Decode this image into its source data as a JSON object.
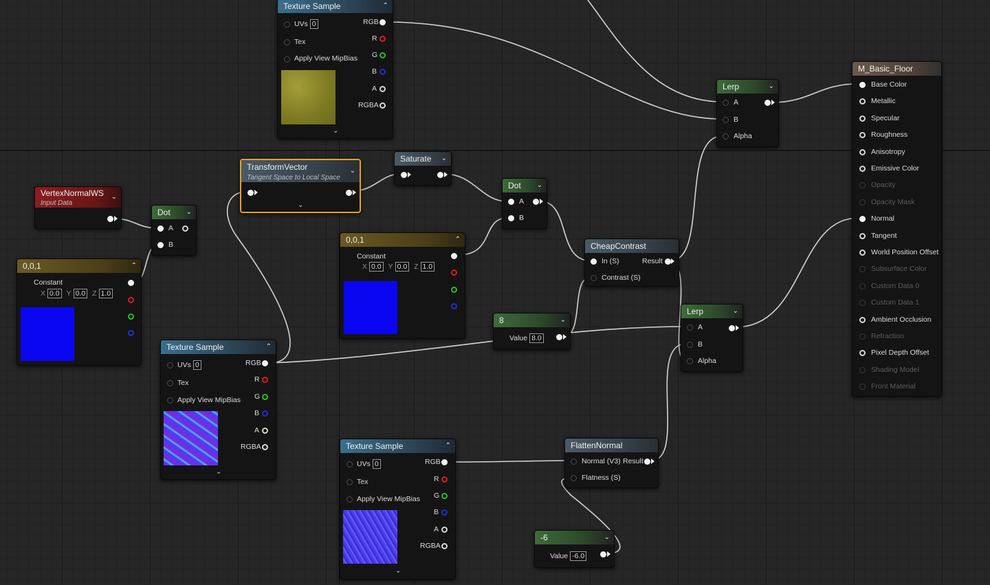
{
  "nodes": {
    "tex_top": {
      "title": "Texture Sample",
      "uvs_label": "UVs",
      "uvs_value": "0",
      "tex_label": "Tex",
      "mip_label": "Apply View MipBias",
      "rgb": "RGB",
      "r": "R",
      "g": "G",
      "b": "B",
      "a": "A",
      "rgba": "RGBA",
      "preview_color": "#8f8c2c"
    },
    "vertex_normal": {
      "title": "VertexNormalWS",
      "subtitle": "Input Data"
    },
    "dot1": {
      "title": "Dot",
      "a": "A",
      "b": "B"
    },
    "const_left": {
      "title": "0,0,1",
      "constant_label": "Constant",
      "x": "X",
      "xv": "0.0",
      "y": "Y",
      "yv": "0.0",
      "z": "Z",
      "zv": "1.0",
      "preview_color": "#0a06f2"
    },
    "transform_vector": {
      "title": "TransformVector",
      "subtitle": "Tangent Space to Local Space"
    },
    "saturate": {
      "title": "Saturate"
    },
    "dot2": {
      "title": "Dot",
      "a": "A",
      "b": "B"
    },
    "const_mid": {
      "title": "0,0,1",
      "constant_label": "Constant",
      "x": "X",
      "xv": "0.0",
      "y": "Y",
      "yv": "0.0",
      "z": "Z",
      "zv": "1.0",
      "preview_color": "#0a06f2"
    },
    "tex_left": {
      "title": "Texture Sample",
      "uvs_label": "UVs",
      "uvs_value": "0",
      "tex_label": "Tex",
      "mip_label": "Apply View MipBias",
      "rgb": "RGB",
      "r": "R",
      "g": "G",
      "b": "B",
      "a": "A",
      "rgba": "RGBA"
    },
    "cheap_contrast": {
      "title": "CheapContrast",
      "in": "In (S)",
      "result": "Result",
      "contrast": "Contrast (S)"
    },
    "value8": {
      "title": "8",
      "value_label": "Value",
      "value": "8.0"
    },
    "lerp_top": {
      "title": "Lerp",
      "a": "A",
      "b": "B",
      "alpha": "Alpha"
    },
    "lerp_mid": {
      "title": "Lerp",
      "a": "A",
      "b": "B",
      "alpha": "Alpha"
    },
    "tex_bottom": {
      "title": "Texture Sample",
      "uvs_label": "UVs",
      "uvs_value": "0",
      "tex_label": "Tex",
      "mip_label": "Apply View MipBias",
      "rgb": "RGB",
      "r": "R",
      "g": "G",
      "b": "B",
      "a": "A",
      "rgba": "RGBA"
    },
    "flatten_normal": {
      "title": "FlattenNormal",
      "normal": "Normal (V3)",
      "result": "Result",
      "flatness": "Flatness (S)"
    },
    "value_neg6": {
      "title": "-6",
      "value_label": "Value",
      "value": "-6.0"
    },
    "material": {
      "title": "M_Basic_Floor",
      "inputs": [
        {
          "label": "Base Color",
          "enabled": true
        },
        {
          "label": "Metallic",
          "enabled": true
        },
        {
          "label": "Specular",
          "enabled": true
        },
        {
          "label": "Roughness",
          "enabled": true
        },
        {
          "label": "Anisotropy",
          "enabled": true
        },
        {
          "label": "Emissive Color",
          "enabled": true
        },
        {
          "label": "Opacity",
          "enabled": false
        },
        {
          "label": "Opacity Mask",
          "enabled": false
        },
        {
          "label": "Normal",
          "enabled": true
        },
        {
          "label": "Tangent",
          "enabled": true
        },
        {
          "label": "World Position Offset",
          "enabled": true
        },
        {
          "label": "Subsurface Color",
          "enabled": false
        },
        {
          "label": "Custom Data 0",
          "enabled": false
        },
        {
          "label": "Custom Data 1",
          "enabled": false
        },
        {
          "label": "Ambient Occlusion",
          "enabled": true
        },
        {
          "label": "Refraction",
          "enabled": false
        },
        {
          "label": "Pixel Depth Offset",
          "enabled": true
        },
        {
          "label": "Shading Model",
          "enabled": false
        },
        {
          "label": "Front Material",
          "enabled": false
        }
      ]
    }
  },
  "colors": {
    "selection": "#e8a21d",
    "wire": "#e8e8e8",
    "canvas": "#262626"
  }
}
